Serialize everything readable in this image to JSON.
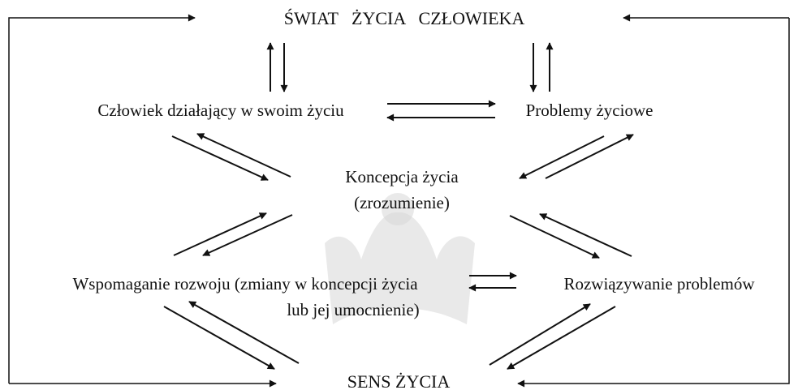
{
  "nodes": {
    "swiat": "ŚWIAT   ŻYCIA   CZŁOWIEKA",
    "czlowiek": "Człowiek działający w swoim życiu",
    "problemy": "Problemy życiowe",
    "koncepcja_1": "Koncepcja życia",
    "koncepcja_2": "(zrozumienie)",
    "wspomaganie_1": "Wspomaganie rozwoju (zmiany w koncepcji życia",
    "wspomaganie_2": "lub jej umocnienie)",
    "rozwiazywanie": "Rozwiązywanie problemów",
    "sens": "SENS ŻYCIA"
  },
  "colors": {
    "ink": "#111111",
    "watermark": "#d7d7d7"
  },
  "watermark_icon": "crown-watermark"
}
